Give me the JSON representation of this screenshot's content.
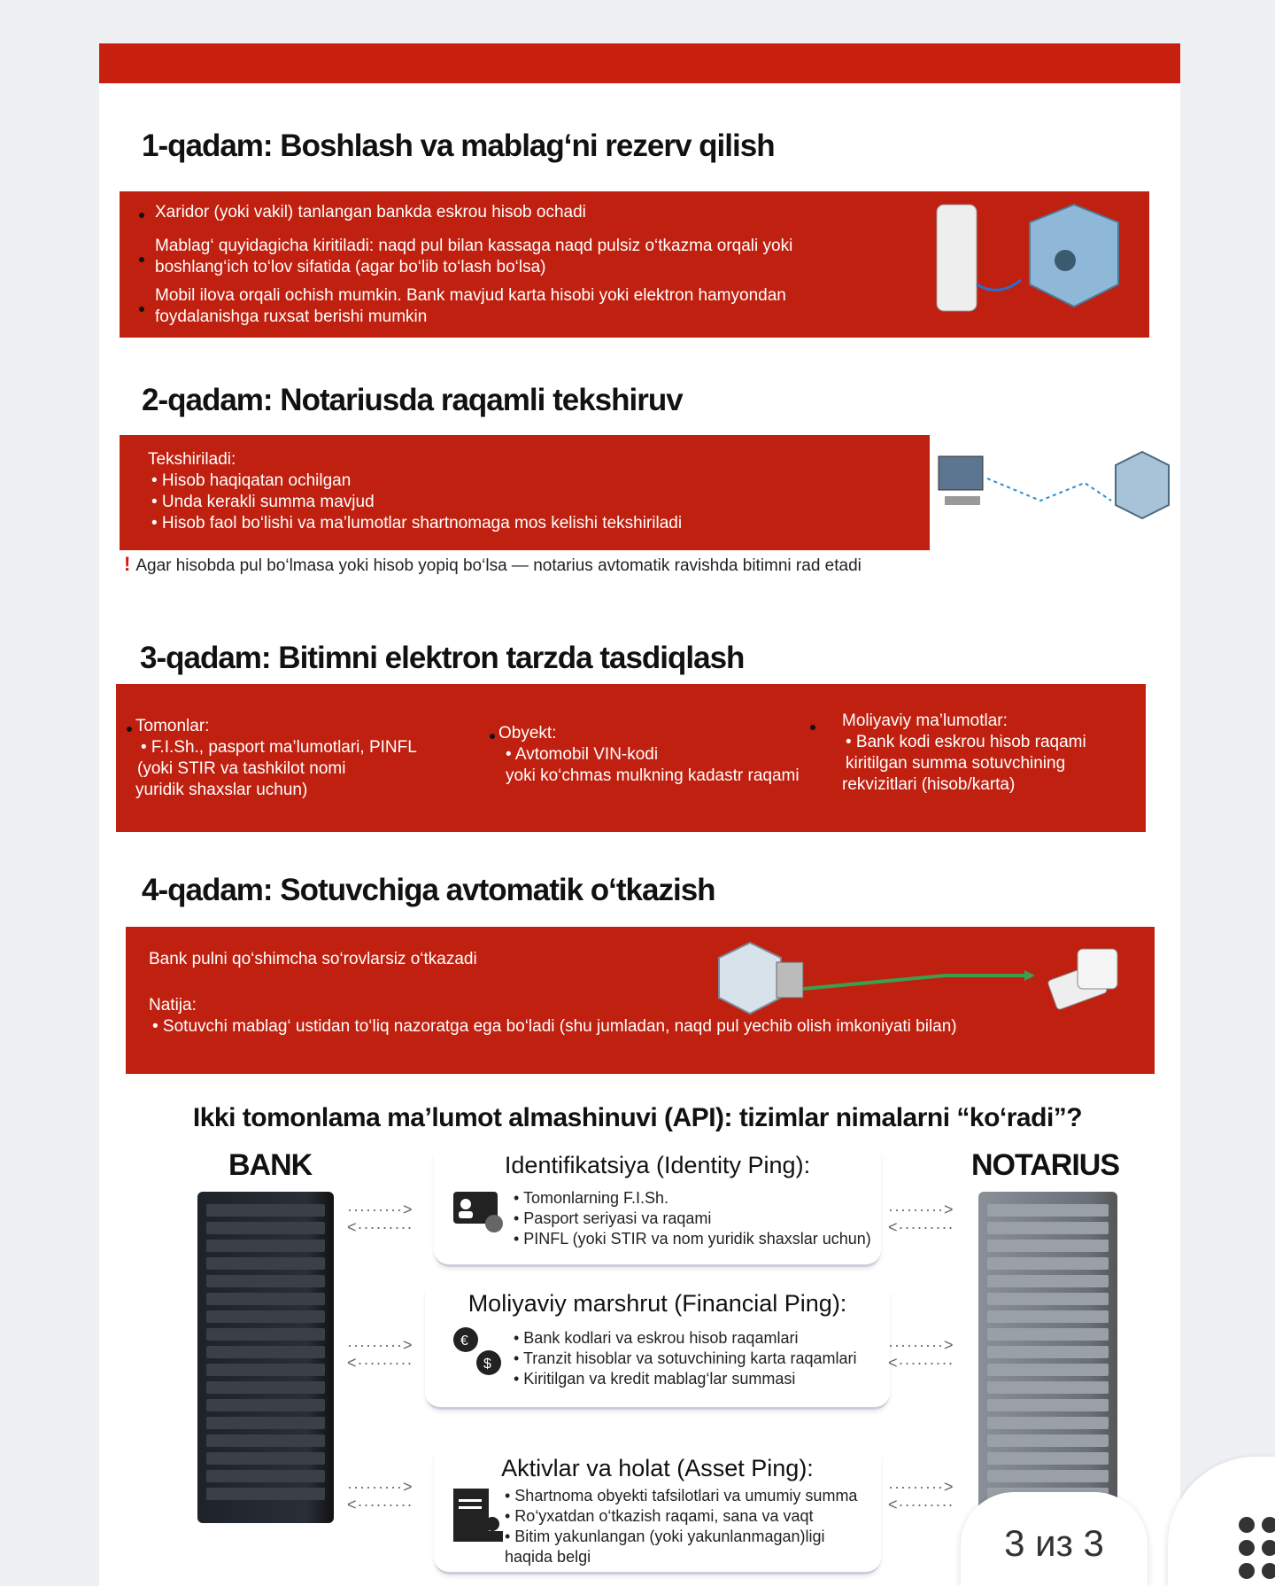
{
  "step1": {
    "title": "1-qadam: Boshlash va mablag‘ni rezerv qilish",
    "bullets": [
      "Xaridor (yoki vakil) tanlangan bankda eskrou hisob ochadi",
      "Mablag‘ quyidagicha kiritiladi: naqd pul bilan kassaga naqd pulsiz o‘tkazma orqali yoki boshlang‘ich to‘lov sifatida (agar bo‘lib to‘lash bo‘lsa)",
      "Mobil ilova orqali ochish mumkin. Bank mavjud karta hisobi yoki elektron hamyondan foydalanishga ruxsat berishi mumkin"
    ]
  },
  "step2": {
    "title": "2-qadam: Notariusda raqamli tekshiruv",
    "intro": "Tekshiriladi:",
    "bullets": [
      "• Hisob haqiqatan ochilgan",
      "• Unda kerakli summa mavjud",
      "• Hisob faol bo‘lishi va ma’lumotlar shartnomaga mos kelishi tekshiriladi"
    ],
    "warning_mark": "!",
    "warning": "Agar hisobda pul bo‘lmasa yoki hisob yopiq bo‘lsa — notarius avtomatik ravishda bitimni rad etadi"
  },
  "step3": {
    "title": "3-qadam: Bitimni elektron tarzda tasdiqlash",
    "cols": [
      {
        "head": "Tomonlar:",
        "lines": [
          "• F.I.Sh., pasport ma’lumotlari, PINFL",
          "(yoki STIR va tashkilot nomi",
          "yuridik shaxslar uchun)"
        ]
      },
      {
        "head": "Obyekt:",
        "lines": [
          "• Avtomobil VIN-kodi",
          "yoki ko‘chmas mulkning kadastr raqami"
        ]
      },
      {
        "head": "Moliyaviy ma’lumotlar:",
        "lines": [
          "• Bank kodi eskrou hisob raqami",
          "kiritilgan summa sotuvchining",
          "rekvizitlari (hisob/karta)"
        ]
      }
    ]
  },
  "step4": {
    "title": "4-qadam: Sotuvchiga avtomatik o‘tkazish",
    "line1": "Bank pulni qo‘shimcha so‘rovlarsiz o‘tkazadi",
    "result_label": "Natija:",
    "result": "• Sotuvchi mablag‘ ustidan to‘liq nazoratga ega bo‘ladi  (shu jumladan, naqd pul yechib olish imkoniyati bilan)"
  },
  "api": {
    "title": "Ikki tomonlama ma’lumot almashinuvi (API): tizimlar nimalarni “ko‘radi”?",
    "left": "BANK",
    "right": "NOTARIUS",
    "arrow_right": "·········>",
    "arrow_left": "<·········",
    "cards": [
      {
        "title": "Identifikatsiya (Identity Ping):",
        "items": [
          "• Tomonlarning F.I.Sh.",
          "• Pasport seriyasi va raqami",
          "• PINFL (yoki STIR va nom  yuridik shaxslar uchun)"
        ]
      },
      {
        "title": "Moliyaviy marshrut (Financial Ping):",
        "items": [
          "• Bank kodlari va eskrou hisob raqamlari",
          "• Tranzit hisoblar va sotuvchining karta raqamlari",
          "• Kiritilgan va kredit mablag‘lar summasi"
        ]
      },
      {
        "title": "Aktivlar va holat (Asset Ping):",
        "items": [
          "• Shartnoma obyekti tafsilotlari va umumiy summa",
          "• Ro‘yxatdan o‘tkazish raqami, sana va vaqt",
          "• Bitim yakunlangan (yoki yakunlanmagan)ligi haqida belgi"
        ]
      }
    ]
  },
  "pager": {
    "label": "3 из 3"
  },
  "colors": {
    "red": "#c0200f",
    "bg": "#eef0f4"
  }
}
